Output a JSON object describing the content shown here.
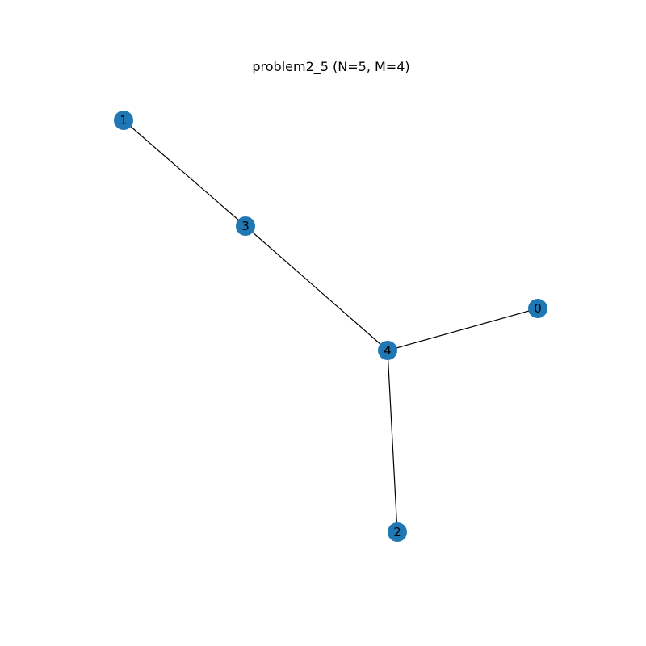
{
  "title": "problem2_5 (N=5, M=4)",
  "node_color": "#1f77b4",
  "edge_color": "#000000",
  "label_color": "#000000",
  "nodes": [
    {
      "id": "0",
      "label": "0"
    },
    {
      "id": "1",
      "label": "1"
    },
    {
      "id": "2",
      "label": "2"
    },
    {
      "id": "3",
      "label": "3"
    },
    {
      "id": "4",
      "label": "4"
    }
  ],
  "edges": [
    {
      "source": "1",
      "target": "3"
    },
    {
      "source": "3",
      "target": "4"
    },
    {
      "source": "4",
      "target": "0"
    },
    {
      "source": "4",
      "target": "2"
    }
  ]
}
